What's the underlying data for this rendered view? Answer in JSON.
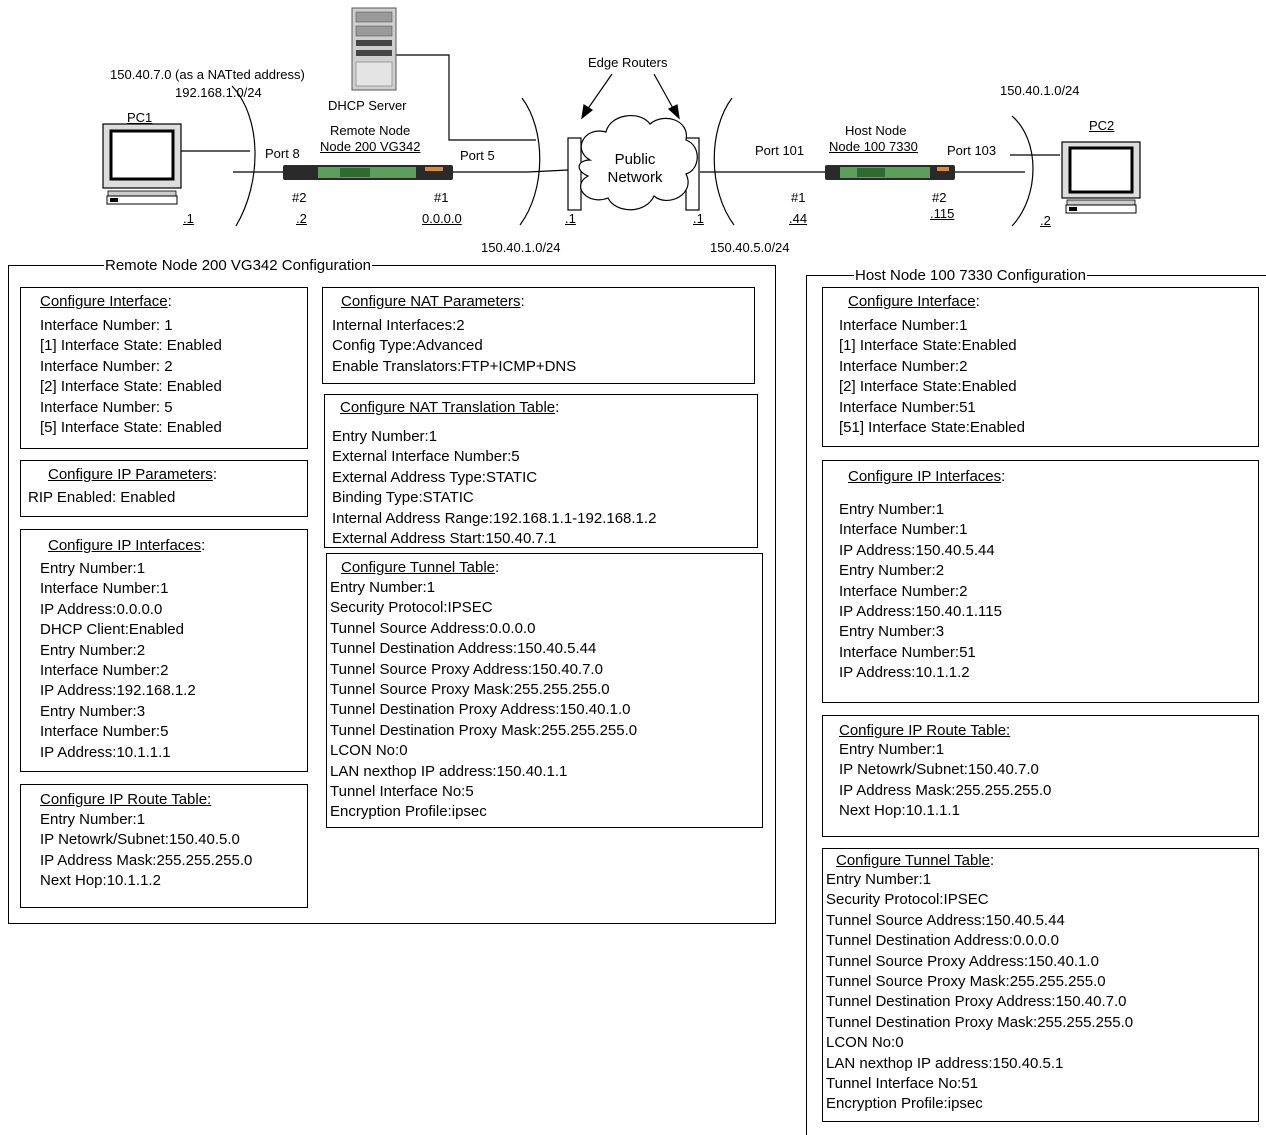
{
  "topology": {
    "pc1": {
      "name": "PC1",
      "ip": ".1"
    },
    "pc2": {
      "name": "PC2",
      "ip": ".2"
    },
    "lan1": {
      "nat_address": "150.40.7.0 (as a NATted address)",
      "subnet": "192.168.1.0/24"
    },
    "lan2": {
      "subnet": "150.40.1.0/24"
    },
    "dhcp_server": "DHCP Server",
    "edge_routers": "Edge Routers",
    "public_network": "Public\nNetwork",
    "remote_node": {
      "role": "Remote Node",
      "name": "Node 200 VG342",
      "port_lan": "Port 8",
      "port_wan": "Port 5",
      "if_lan": "#2",
      "if_lan_ip": ".2",
      "if_wan": "#1",
      "if_wan_ip": "0.0.0.0"
    },
    "host_node": {
      "role": "Host Node",
      "name": "Node 100 7330",
      "port_wan": "Port 101",
      "port_lan": "Port 103",
      "if_wan": "#1",
      "if_wan_ip": ".44",
      "if_lan": "#2",
      "if_lan_ip": ".115"
    },
    "wan_left": {
      "router_ip": ".1",
      "subnet": "150.40.1.0/24"
    },
    "wan_right": {
      "router_ip": ".1",
      "subnet": "150.40.5.0/24"
    }
  },
  "remote_config": {
    "title": "Remote Node 200 VG342 Configuration",
    "interface": {
      "title": "Configure Interface",
      "rows": [
        "Interface Number: 1",
        "[1] Interface State: Enabled",
        "Interface Number: 2",
        "[2] Interface State: Enabled",
        "Interface Number: 5",
        "[5] Interface State: Enabled"
      ]
    },
    "ip_params": {
      "title": "Configure IP Parameters",
      "rows": [
        "RIP Enabled: Enabled"
      ]
    },
    "ip_interfaces": {
      "title": "Configure IP Interfaces",
      "rows": [
        {
          "k": "Entry Number:",
          "v": "1"
        },
        {
          "k": "Interface Number:",
          "v": "1"
        },
        {
          "k": "IP Address:",
          "v": "0.0.0.0"
        },
        {
          "k": "DHCP Client:",
          "v": "Enabled"
        },
        {
          "k": "Entry Number:",
          "v": "2"
        },
        {
          "k": "Interface Number:",
          "v": "2"
        },
        {
          "k": "IP Address:",
          "v": "192.168.1.2"
        },
        {
          "k": "Entry Number:",
          "v": "3"
        },
        {
          "k": "Interface Number:",
          "v": "5"
        },
        {
          "k": "IP Address:",
          "v": "10.1.1.1"
        }
      ]
    },
    "route_table": {
      "title": "Configure IP Route Table:",
      "rows": [
        {
          "k": "Entry Number:",
          "v": "1"
        },
        {
          "k": "IP Netowrk/Subnet:",
          "v": "150.40.5.0"
        },
        {
          "k": "IP Address Mask:",
          "v": "255.255.255.0"
        },
        {
          "k": "Next Hop:",
          "v": "10.1.1.2"
        }
      ]
    },
    "nat_params": {
      "title": "Configure NAT Parameters",
      "rows": [
        {
          "k": "Internal Interfaces:",
          "v": "2"
        },
        {
          "k": "Config Type:",
          "v": "Advanced"
        },
        {
          "k": "Enable Translators:",
          "v": "FTP+ICMP+DNS"
        }
      ]
    },
    "nat_table": {
      "title": "Configure NAT Translation Table",
      "rows": [
        {
          "k": "Entry Number:",
          "v": "1"
        },
        {
          "k": "External Interface Number:",
          "v": "5"
        },
        {
          "k": "External Address Type:",
          "v": "STATIC"
        },
        {
          "k": "Binding Type:",
          "v": "STATIC"
        },
        {
          "k": "Internal Address Range:",
          "v": "192.168.1.1-192.168.1.2"
        },
        {
          "k": "External Address Start:",
          "v": "150.40.7.1"
        }
      ]
    },
    "tunnel_table": {
      "title": "Configure Tunnel Table",
      "rows": [
        {
          "k": "Entry Number:",
          "v": "1"
        },
        {
          "k": "Security Protocol:",
          "v": "IPSEC"
        },
        {
          "k": "Tunnel Source Address:",
          "v": "0.0.0.0"
        },
        {
          "k": "Tunnel Destination Address:",
          "v": "150.40.5.44"
        },
        {
          "k": "Tunnel Source Proxy Address:",
          "v": "150.40.7.0"
        },
        {
          "k": "Tunnel Source Proxy Mask:",
          "v": "255.255.255.0"
        },
        {
          "k": "Tunnel Destination Proxy Address:",
          "v": "150.40.1.0"
        },
        {
          "k": "Tunnel Destination Proxy Mask:",
          "v": "255.255.255.0"
        },
        {
          "k": "LCON No:",
          "v": "0"
        },
        {
          "k": "LAN nexthop IP address:",
          "v": "150.40.1.1"
        },
        {
          "k": "Tunnel Interface No:",
          "v": "5"
        },
        {
          "k": "Encryption Profile:",
          "v": "ipsec"
        }
      ]
    }
  },
  "host_config": {
    "title": "Host Node 100 7330 Configuration",
    "interface": {
      "title": "Configure Interface",
      "rows": [
        {
          "k": "Interface Number:",
          "v": "1"
        },
        {
          "k": "[1] Interface State:",
          "v": "Enabled"
        },
        {
          "k": "Interface Number:",
          "v": "2"
        },
        {
          "k": "[2] Interface State:",
          "v": "Enabled"
        },
        {
          "k": "Interface Number:",
          "v": "51"
        },
        {
          "k": "[51] Interface State:",
          "v": "Enabled"
        }
      ]
    },
    "ip_interfaces": {
      "title": "Configure IP Interfaces",
      "rows": [
        {
          "k": "Entry Number:",
          "v": "1"
        },
        {
          "k": "Interface Number:",
          "v": "1"
        },
        {
          "k": "IP Address:",
          "v": "150.40.5.44"
        },
        {
          "k": "Entry Number:",
          "v": "2"
        },
        {
          "k": "Interface Number:",
          "v": "2"
        },
        {
          "k": "IP Address:",
          "v": "150.40.1.115"
        },
        {
          "k": "Entry Number:",
          "v": "3"
        },
        {
          "k": "Interface Number:",
          "v": "51"
        },
        {
          "k": "IP Address:",
          "v": "10.1.1.2"
        }
      ]
    },
    "route_table": {
      "title": "Configure IP Route Table:",
      "rows": [
        {
          "k": "Entry Number:",
          "v": "1"
        },
        {
          "k": "IP Netowrk/Subnet:",
          "v": "150.40.7.0"
        },
        {
          "k": "IP Address Mask:",
          "v": "255.255.255.0"
        },
        {
          "k": "Next Hop:",
          "v": "10.1.1.1"
        }
      ]
    },
    "tunnel_table": {
      "title": "Configure Tunnel Table",
      "rows": [
        {
          "k": "Entry Number:",
          "v": "1"
        },
        {
          "k": "Security Protocol:",
          "v": "IPSEC"
        },
        {
          "k": "Tunnel Source Address:",
          "v": "150.40.5.44"
        },
        {
          "k": "Tunnel Destination Address:",
          "v": "0.0.0.0"
        },
        {
          "k": "Tunnel Source Proxy Address:",
          "v": "150.40.1.0"
        },
        {
          "k": "Tunnel Source Proxy Mask:",
          "v": "255.255.255.0"
        },
        {
          "k": "Tunnel Destination Proxy Address:",
          "v": "150.40.7.0"
        },
        {
          "k": "Tunnel Destination Proxy Mask:",
          "v": "255.255.255.0"
        },
        {
          "k": "LCON No:",
          "v": "0"
        },
        {
          "k": "LAN nexthop IP address:",
          "v": "150.40.5.1"
        },
        {
          "k": "Tunnel Interface No:",
          "v": "51"
        },
        {
          "k": "Encryption Profile:",
          "v": "ipsec"
        }
      ]
    }
  }
}
